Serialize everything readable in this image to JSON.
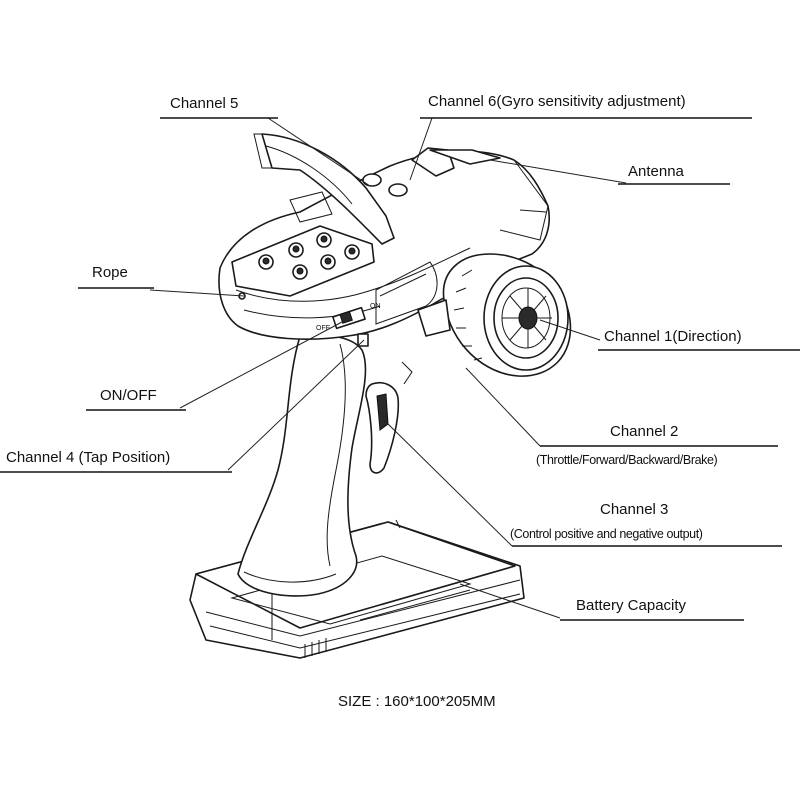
{
  "labels": {
    "channel5": "Channel 5",
    "channel6": "Channel 6(Gyro sensitivity adjustment)",
    "antenna": "Antenna",
    "rope": "Rope",
    "channel1": "Channel 1(Direction)",
    "onoff": "ON/OFF",
    "channel2": "Channel 2",
    "channel2_detail": "(Throttle/Forward/Backward/Brake)",
    "channel4": "Channel 4 (Tap Position)",
    "channel3": "Channel 3",
    "channel3_detail": "(Control positive and negative output)",
    "battery": "Battery Capacity"
  },
  "switch_marks": {
    "off": "OFF",
    "on": "ON"
  },
  "size_caption": "SIZE : 160*100*205MM"
}
